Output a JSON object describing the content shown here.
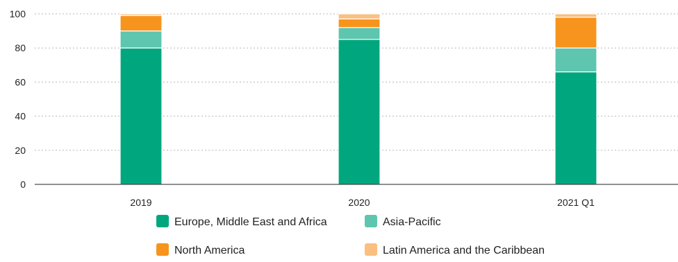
{
  "chart_data": {
    "type": "bar",
    "stacked": true,
    "title": "",
    "xlabel": "",
    "ylabel": "",
    "categories": [
      "2019",
      "2020",
      "2021 Q1"
    ],
    "series": [
      {
        "name": "Europe, Middle East and Africa",
        "color": "#00a77e",
        "values": [
          80,
          85,
          66
        ]
      },
      {
        "name": "Asia-Pacific",
        "color": "#5ec6ae",
        "values": [
          10,
          7,
          14
        ]
      },
      {
        "name": "North America",
        "color": "#f7941d",
        "values": [
          9,
          5,
          18
        ]
      },
      {
        "name": "Latin America and the Caribbean",
        "color": "#fbbf80",
        "values": [
          1,
          3,
          2
        ]
      }
    ],
    "ylim": [
      0,
      100
    ],
    "yticks": [
      0,
      20,
      40,
      60,
      80,
      100
    ],
    "grid": true,
    "grid_style": "dotted",
    "legend_position": "bottom"
  }
}
